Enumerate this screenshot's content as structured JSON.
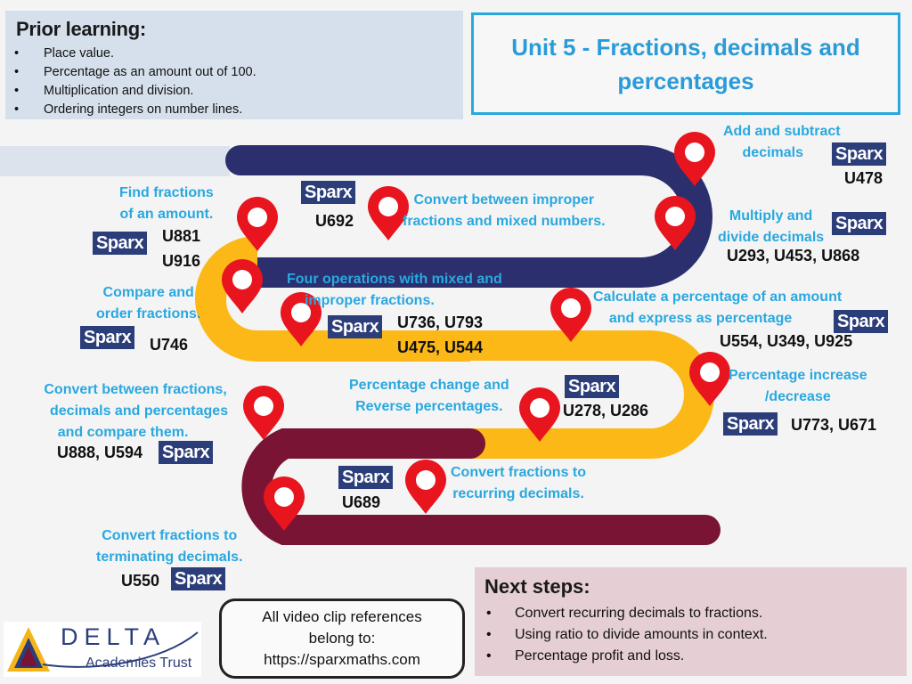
{
  "prior": {
    "title": "Prior learning:",
    "items": [
      "Place value.",
      "Percentage as an amount out of 100.",
      "Multiplication and division.",
      "Ordering integers on number lines."
    ]
  },
  "unit_title": "Unit 5 - Fractions, decimals and percentages",
  "brand": "Sparx",
  "colors": {
    "navy": "#2c2f6e",
    "yellow": "#fbb816",
    "maroon": "#7a1434",
    "accent": "#29a8e0",
    "pin": "#e8151f",
    "sparx": "#2c3e7a"
  },
  "steps": [
    {
      "label": [
        "Add and subtract",
        "decimals"
      ],
      "codes": [
        "U478"
      ]
    },
    {
      "label": [
        "Convert between improper",
        "fractions and mixed numbers."
      ],
      "codes": [
        "U692"
      ]
    },
    {
      "label": [
        "Multiply and",
        "divide decimals"
      ],
      "codes": [
        "U293, U453, U868"
      ]
    },
    {
      "label": [
        "Find fractions",
        "of an amount."
      ],
      "codes": [
        "U881",
        "U916"
      ]
    },
    {
      "label": [
        "Compare and",
        "order fractions."
      ],
      "codes": [
        "U746"
      ]
    },
    {
      "label": [
        "Four operations with mixed and",
        "improper fractions."
      ],
      "codes": [
        "U736, U793",
        "U475, U544"
      ]
    },
    {
      "label": [
        "Calculate a percentage of an amount",
        "and express as percentage"
      ],
      "codes": [
        "U554, U349, U925"
      ]
    },
    {
      "label": [
        "Percentage increase",
        "/decrease"
      ],
      "codes": [
        "U773, U671"
      ]
    },
    {
      "label": [
        "Percentage change and",
        "Reverse percentages."
      ],
      "codes": [
        "U278, U286"
      ]
    },
    {
      "label": [
        "Convert between fractions,",
        "decimals and percentages",
        "and compare them."
      ],
      "codes": [
        "U888, U594"
      ]
    },
    {
      "label": [
        "Convert fractions to",
        "recurring decimals."
      ],
      "codes": [
        "U689"
      ]
    },
    {
      "label": [
        "Convert fractions to",
        "terminating decimals."
      ],
      "codes": [
        "U550"
      ]
    }
  ],
  "next": {
    "title": "Next steps:",
    "items": [
      "Convert recurring decimals to fractions.",
      "Using ratio to divide amounts in context.",
      "Percentage profit and loss."
    ]
  },
  "video": {
    "lines": [
      "All video clip references",
      "belong to:",
      "https://sparxmaths.com"
    ]
  },
  "logo": {
    "name": "DELTA",
    "subtitle": "Academies Trust"
  }
}
